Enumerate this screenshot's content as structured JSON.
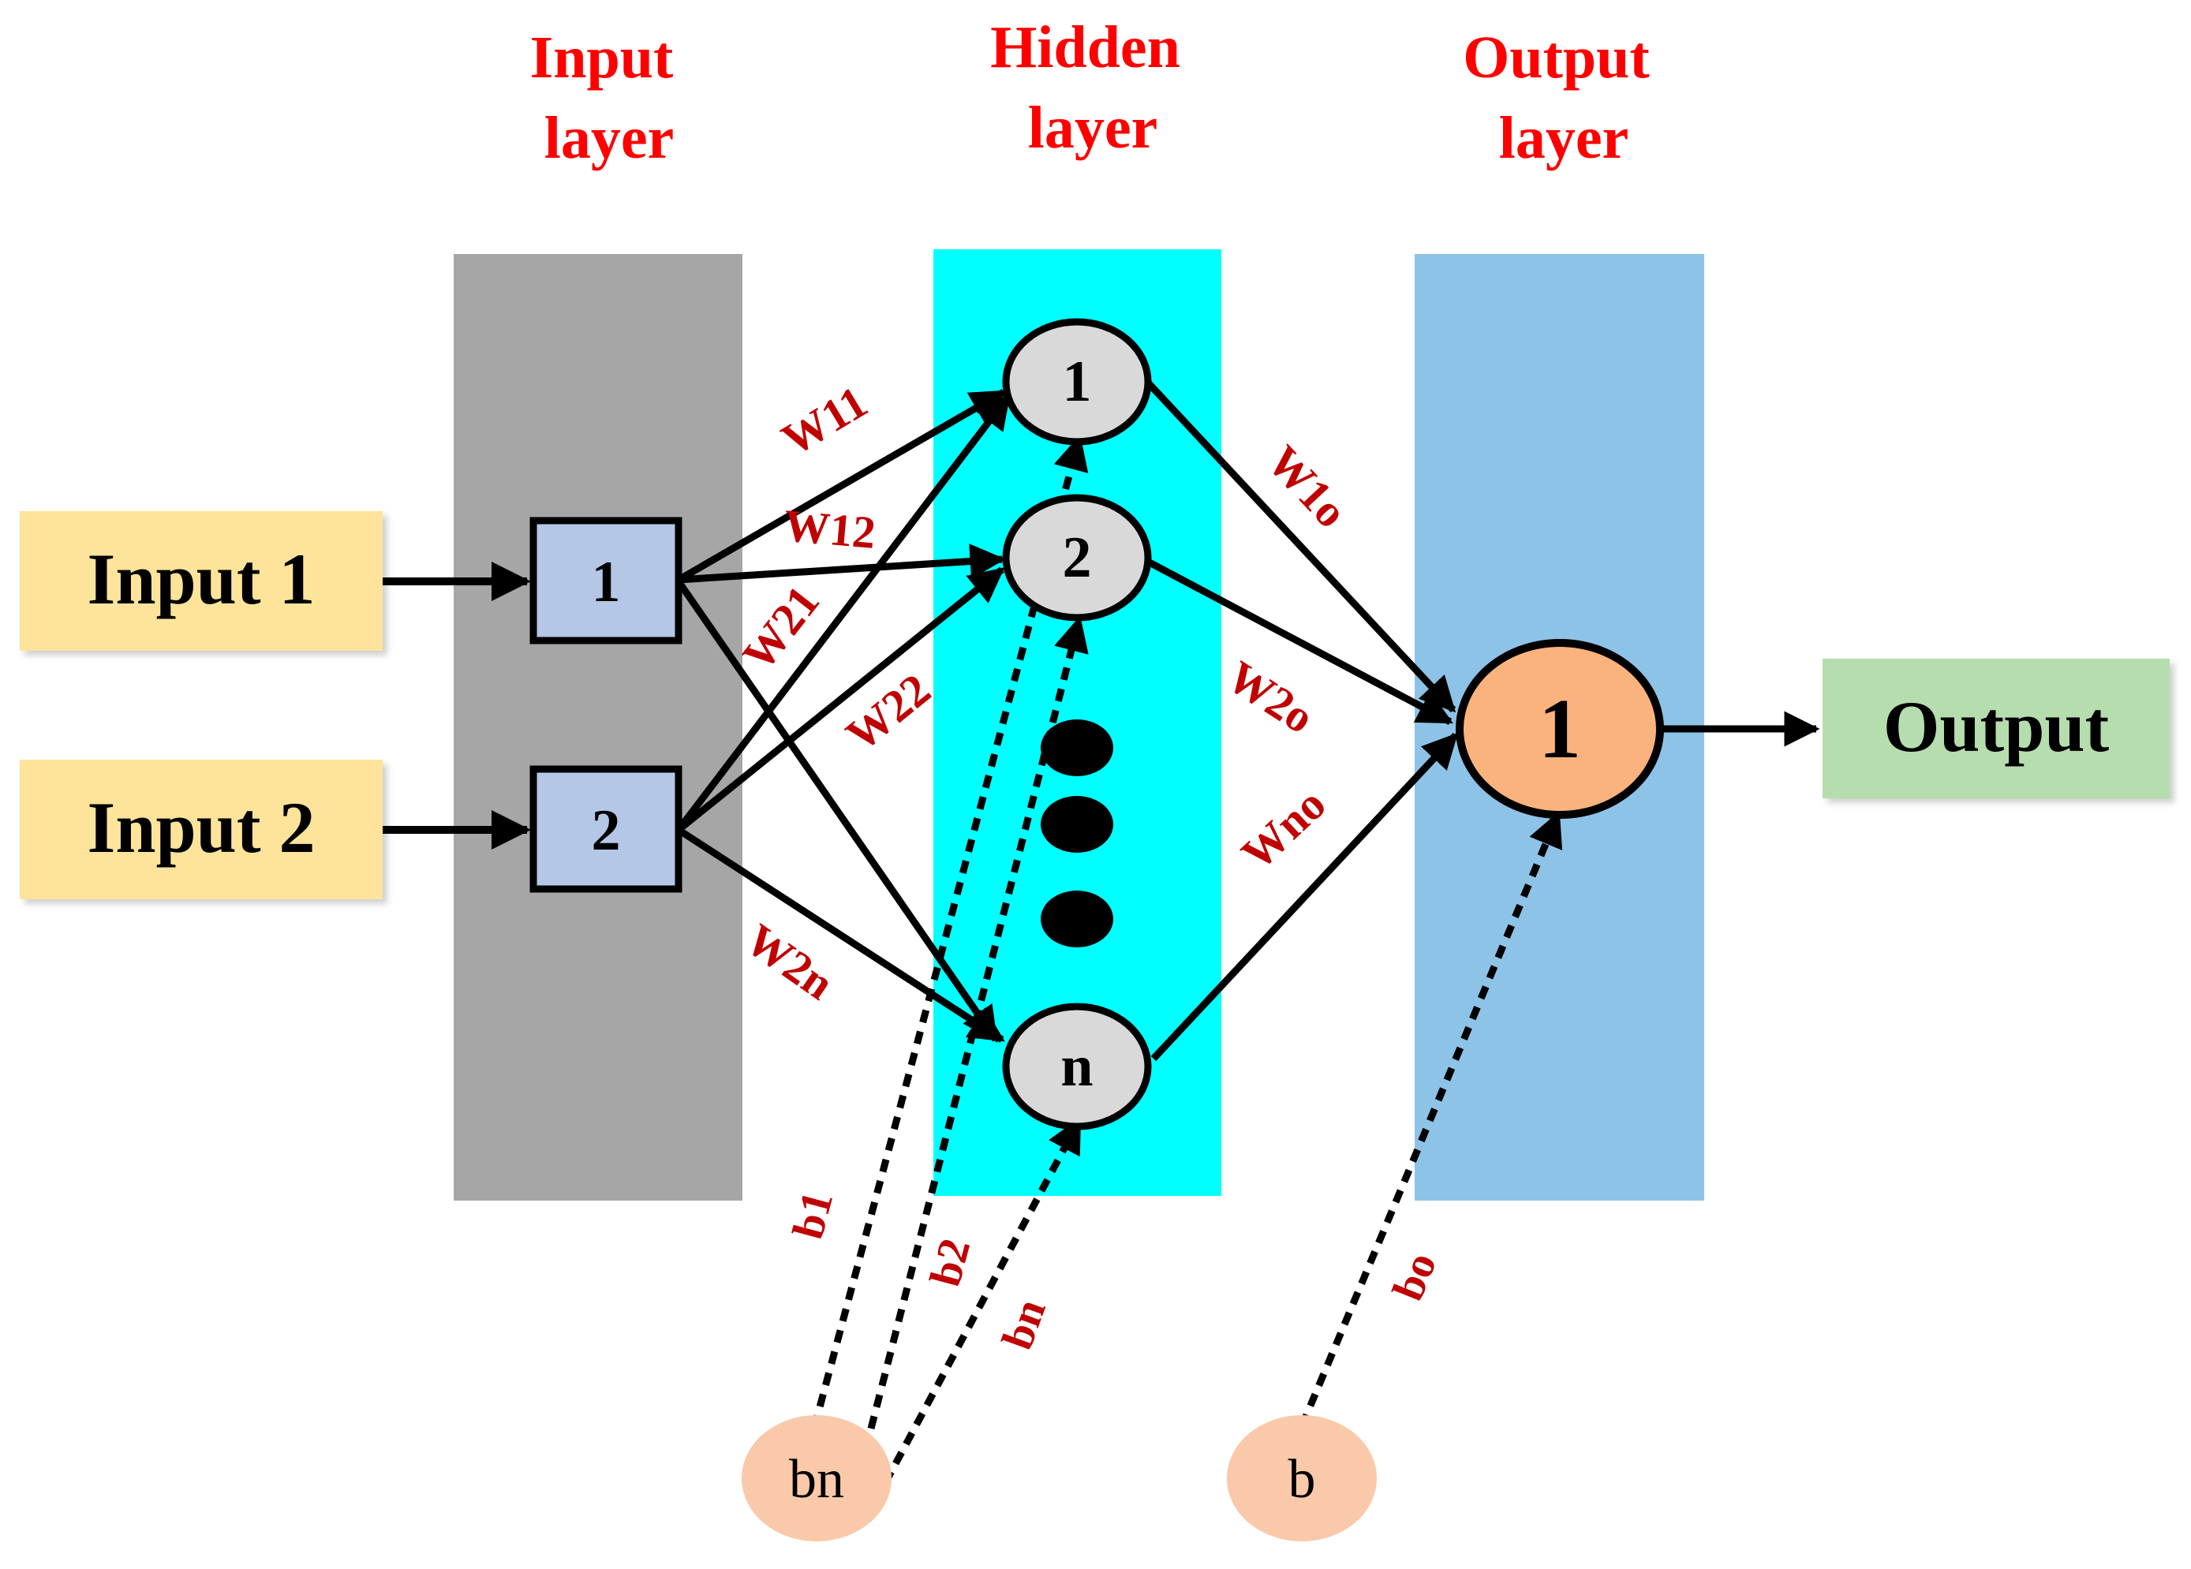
{
  "titles": {
    "input": [
      "Input",
      "layer"
    ],
    "hidden": [
      "Hidden",
      "layer"
    ],
    "output": [
      "Output",
      "layer"
    ]
  },
  "inputs": [
    "Input 1",
    "Input 2"
  ],
  "input_nodes": [
    "1",
    "2"
  ],
  "hidden_nodes": [
    "1",
    "2",
    "n"
  ],
  "output_node": "1",
  "output_label": "Output",
  "weights": {
    "w11": "W11",
    "w12": "W12",
    "w21": "W21",
    "w22": "W22",
    "w2n": "W2n",
    "w1o": "W1o",
    "w2o": "W2o",
    "wno": "Wno"
  },
  "biases": {
    "b1": "b1",
    "b2": "b2",
    "bn": "bn",
    "bo": "bo",
    "hidden_source": "bn",
    "output_source": "b"
  },
  "colors": {
    "input_layer_band": "#a6a6a6",
    "hidden_layer_band": "#00ffff",
    "output_layer_band": "#8ec3e8",
    "input_box": "#fde49a",
    "output_box": "#b6ddae",
    "input_node": "#b4c7e7",
    "hidden_node": "#d9d9d9",
    "output_node": "#fbb37d",
    "bias_node": "#f9c9a9",
    "title_text": "#ff0000",
    "weight_text": "#c00000"
  }
}
